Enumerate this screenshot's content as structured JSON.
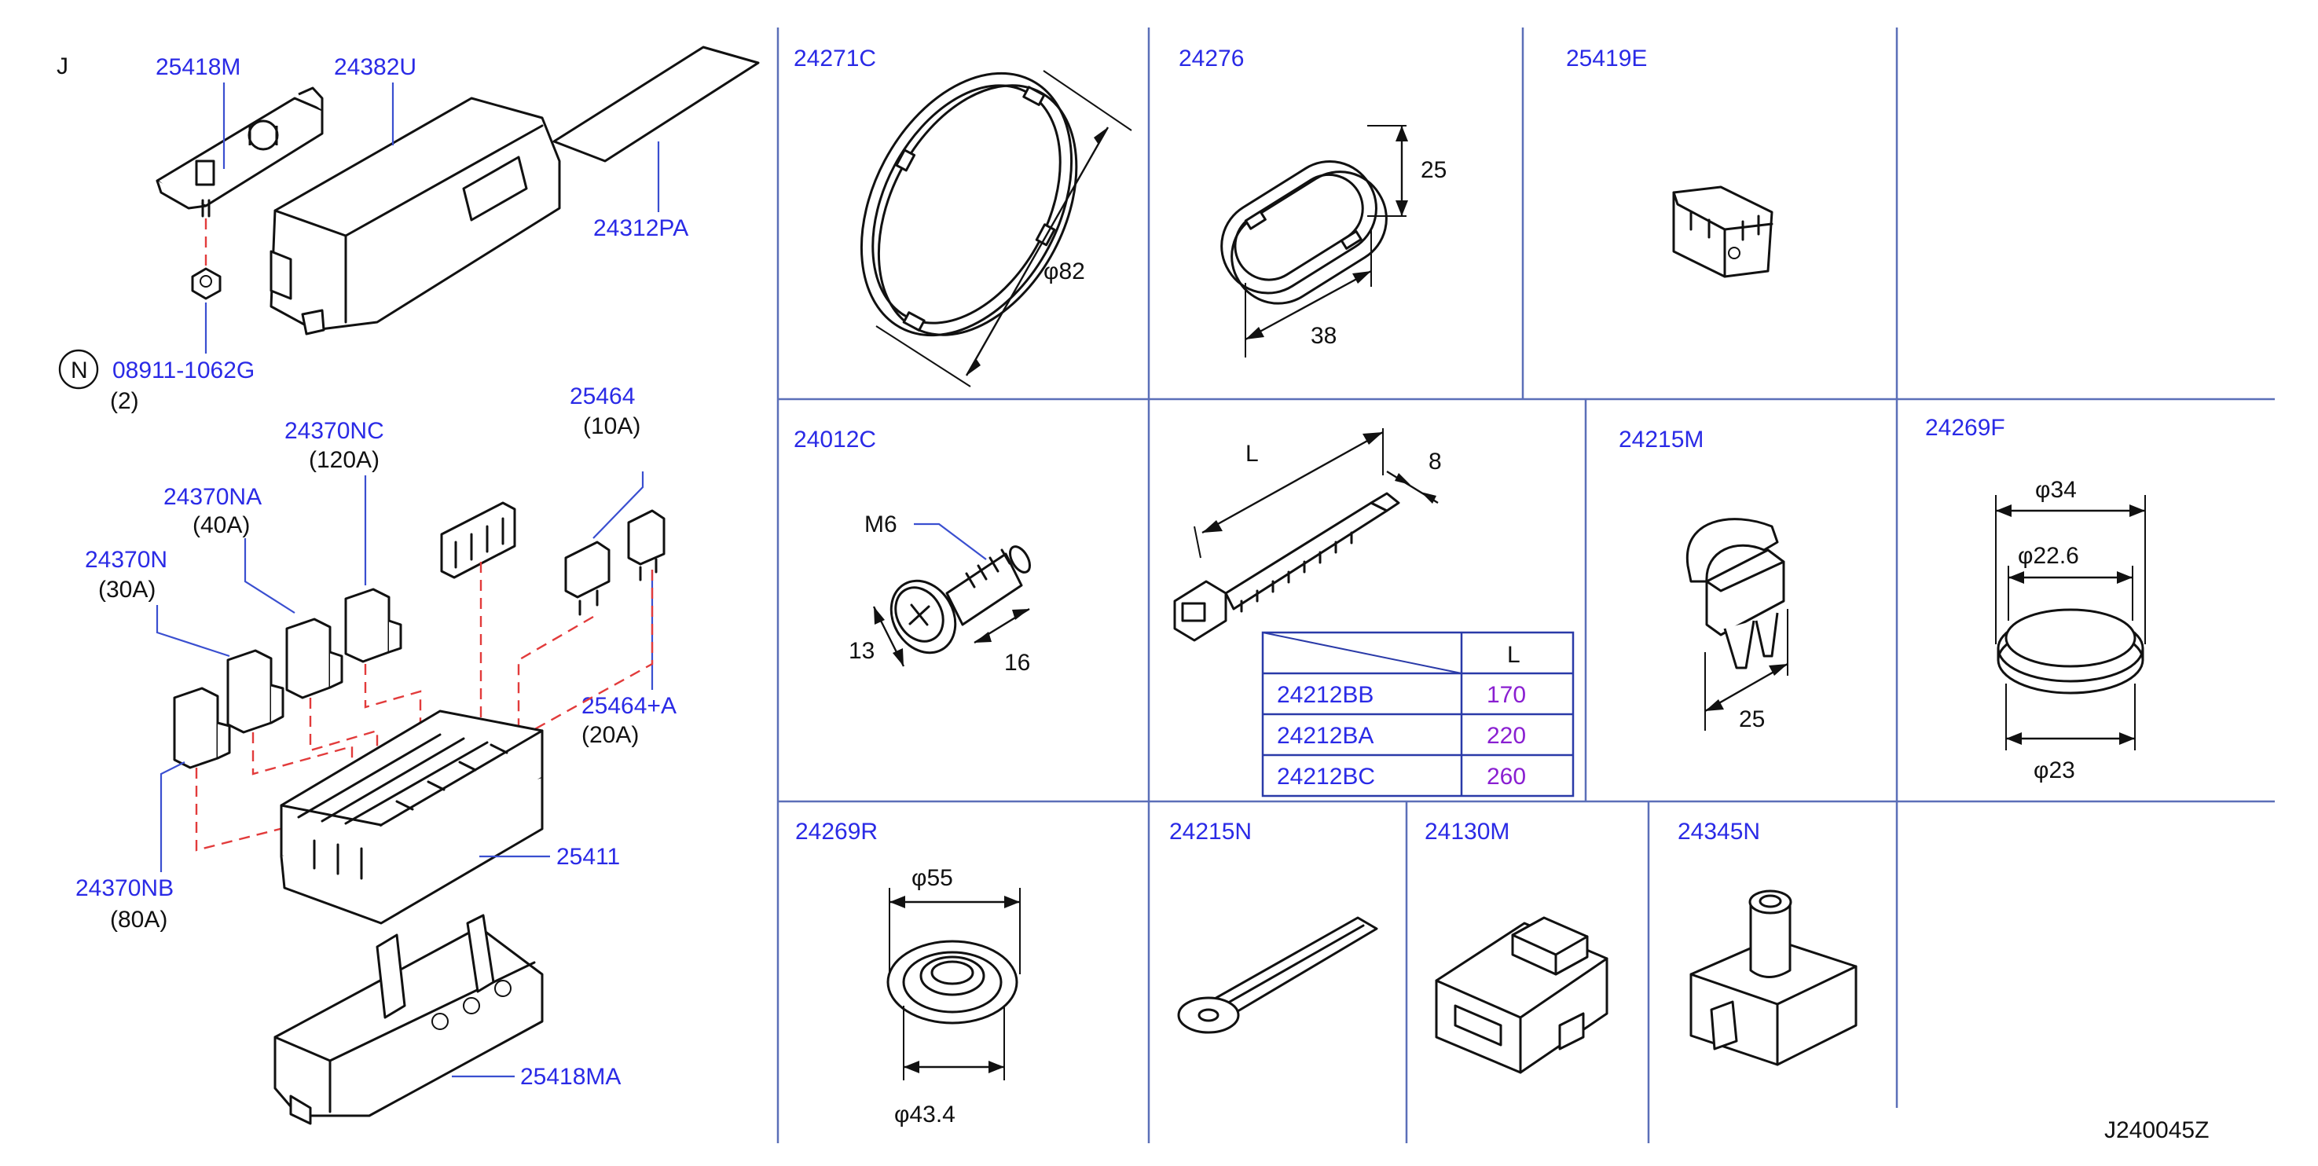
{
  "diagram_code": "J240045Z",
  "section_letter": "J",
  "nut_symbol": "N",
  "left": {
    "p_25418M": "25418M",
    "p_24382U": "24382U",
    "p_24312PA": "24312PA",
    "p_08911": "08911-1062G",
    "q_08911": "(2)",
    "p_25464": "25464",
    "a_25464": "(10A)",
    "p_24370NC": "24370NC",
    "a_24370NC": "(120A)",
    "p_24370NA": "24370NA",
    "a_24370NA": "(40A)",
    "p_24370N": "24370N",
    "a_24370N": "(30A)",
    "p_25464A": "25464+A",
    "a_25464A": "(20A)",
    "p_25411": "25411",
    "p_24370NB": "24370NB",
    "a_24370NB": "(80A)",
    "p_25418MA": "25418MA"
  },
  "cells": {
    "p_24271C": "24271C",
    "d_24271C": "φ82",
    "p_24276": "24276",
    "d_24276_h": "25",
    "d_24276_w": "38",
    "p_25419E": "25419E",
    "p_24012C": "24012C",
    "d_24012C_m": "M6",
    "d_24012C_13": "13",
    "d_24012C_16": "16",
    "d_tie_L": "L",
    "d_tie_8": "8",
    "p_24215M": "24215M",
    "d_24215M": "25",
    "p_24269F": "24269F",
    "d_24269F_a": "φ34",
    "d_24269F_b": "φ22.6",
    "d_24269F_c": "φ23",
    "p_24269R": "24269R",
    "d_24269R_a": "φ55",
    "d_24269R_b": "φ43.4",
    "p_24215N": "24215N",
    "p_24130M": "24130M",
    "p_24345N": "24345N"
  },
  "tie_table": {
    "header": "L",
    "rows": [
      {
        "part": "24212BB",
        "length": "170"
      },
      {
        "part": "24212BA",
        "length": "220"
      },
      {
        "part": "24212BC",
        "length": "260"
      }
    ]
  },
  "colors": {
    "part_number": "#2a2ae6",
    "length_value": "#8a1fd1",
    "grid": "#5b6fb8",
    "dashed_leader": "#e23b3b"
  }
}
